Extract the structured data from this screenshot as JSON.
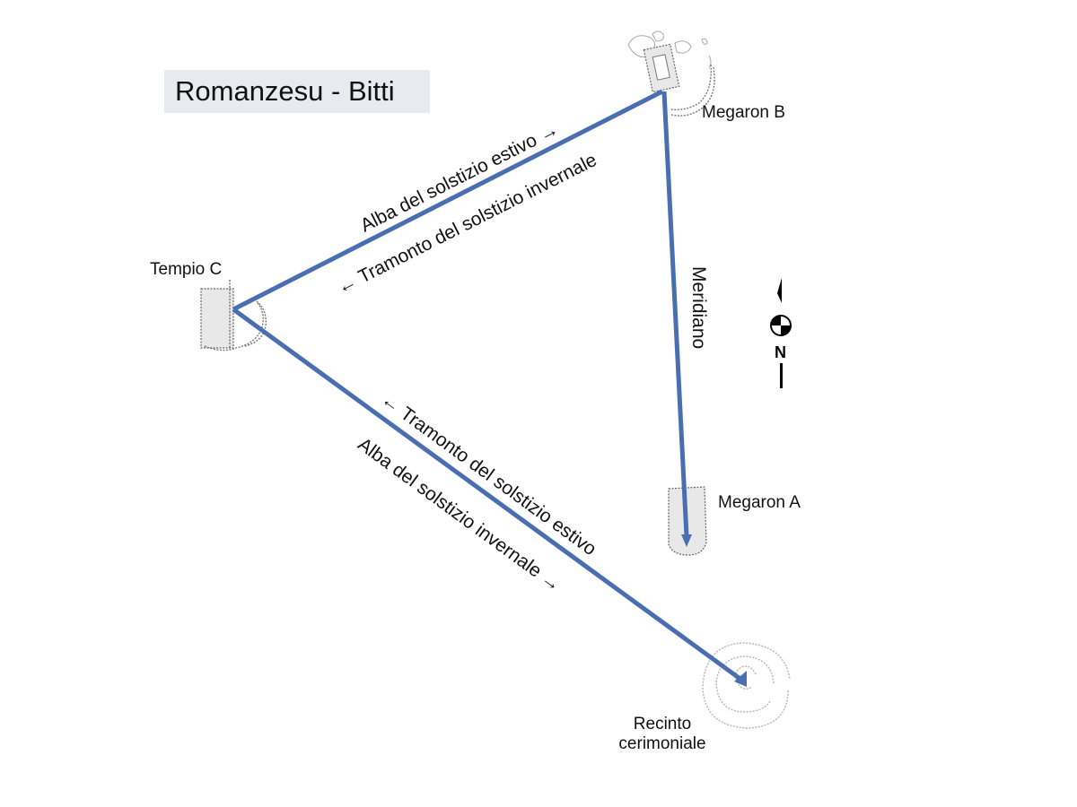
{
  "title": "Romanzesu - Bitti",
  "sites": {
    "megaron_b": "Megaron B",
    "megaron_a": "Megaron A",
    "tempio_c": "Tempio C",
    "recinto_line1": "Recinto",
    "recinto_line2": "cerimoniale"
  },
  "alignments": {
    "upper_above": "Alba del solstizio estivo →",
    "upper_below": "← Tramonto del solstizio invernale",
    "meridian": "Meridiano",
    "lower_above": "← Tramonto del solstizio estivo",
    "lower_below": "Alba del solstizio invernale →"
  },
  "compass": {
    "icon": "north-arrow-icon",
    "label": "N"
  },
  "colors": {
    "line": "#4a6fb0",
    "title_bg": "#e7eaee"
  }
}
